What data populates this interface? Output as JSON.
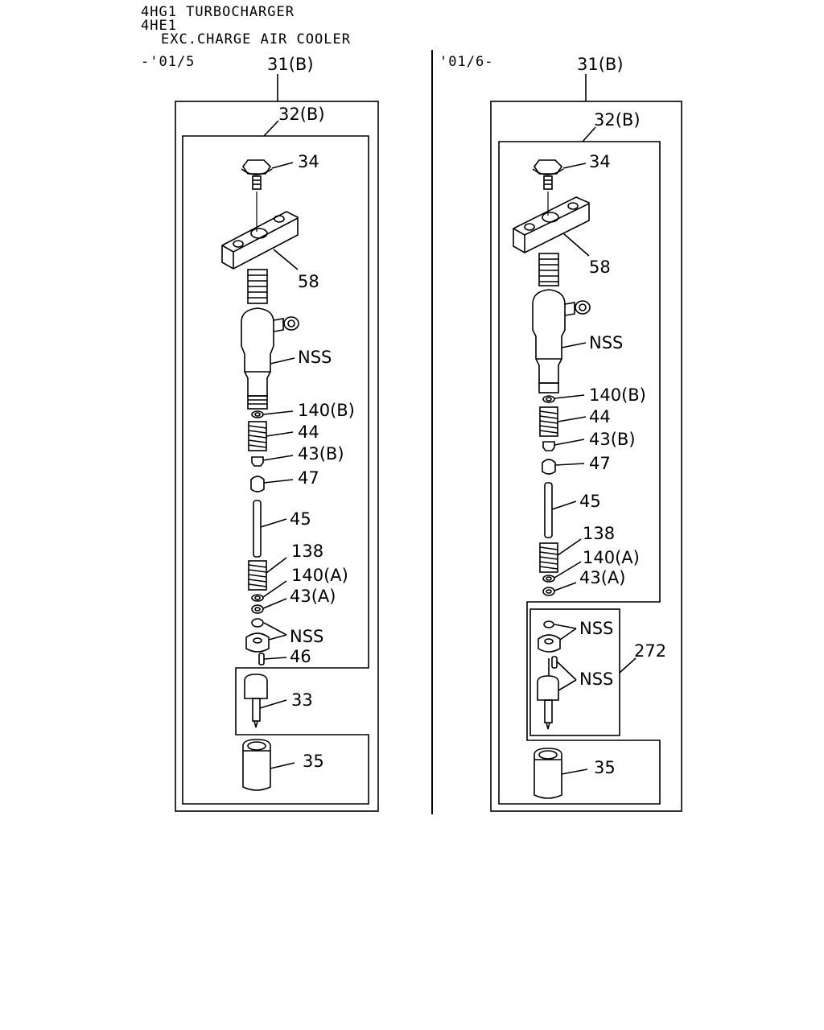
{
  "header": {
    "line1": "4HG1 TURBOCHARGER",
    "line2": "4HE1",
    "line3": "EXC.CHARGE AIR COOLER",
    "period_left": "-'01/5",
    "period_right": "'01/6-"
  },
  "left_panel": {
    "assembly_label": "31(B)",
    "subassembly_label": "32(B)",
    "parts": {
      "bolt": "34",
      "bracket": "58",
      "injector_body": "NSS",
      "washer_140b": "140(B)",
      "spring_44": "44",
      "seat_43b": "43(B)",
      "spacer_47": "47",
      "rod_45": "45",
      "spring_138": "138",
      "washer_140a": "140(A)",
      "seat_43a": "43(A)",
      "nozzle_parts": "NSS",
      "pin_46": "46",
      "nozzle_33": "33",
      "nut_35": "35"
    }
  },
  "right_panel": {
    "assembly_label": "31(B)",
    "subassembly_label": "32(B)",
    "parts": {
      "bolt": "34",
      "bracket": "58",
      "injector_body": "NSS",
      "washer_140b": "140(B)",
      "spring_44": "44",
      "seat_43b": "43(B)",
      "spacer_47": "47",
      "rod_45": "45",
      "spring_138": "138",
      "washer_140a": "140(A)",
      "seat_43a": "43(A)",
      "kit_nss_upper": "NSS",
      "kit_nss_lower": "NSS",
      "kit_272": "272",
      "nut_35": "35"
    }
  }
}
